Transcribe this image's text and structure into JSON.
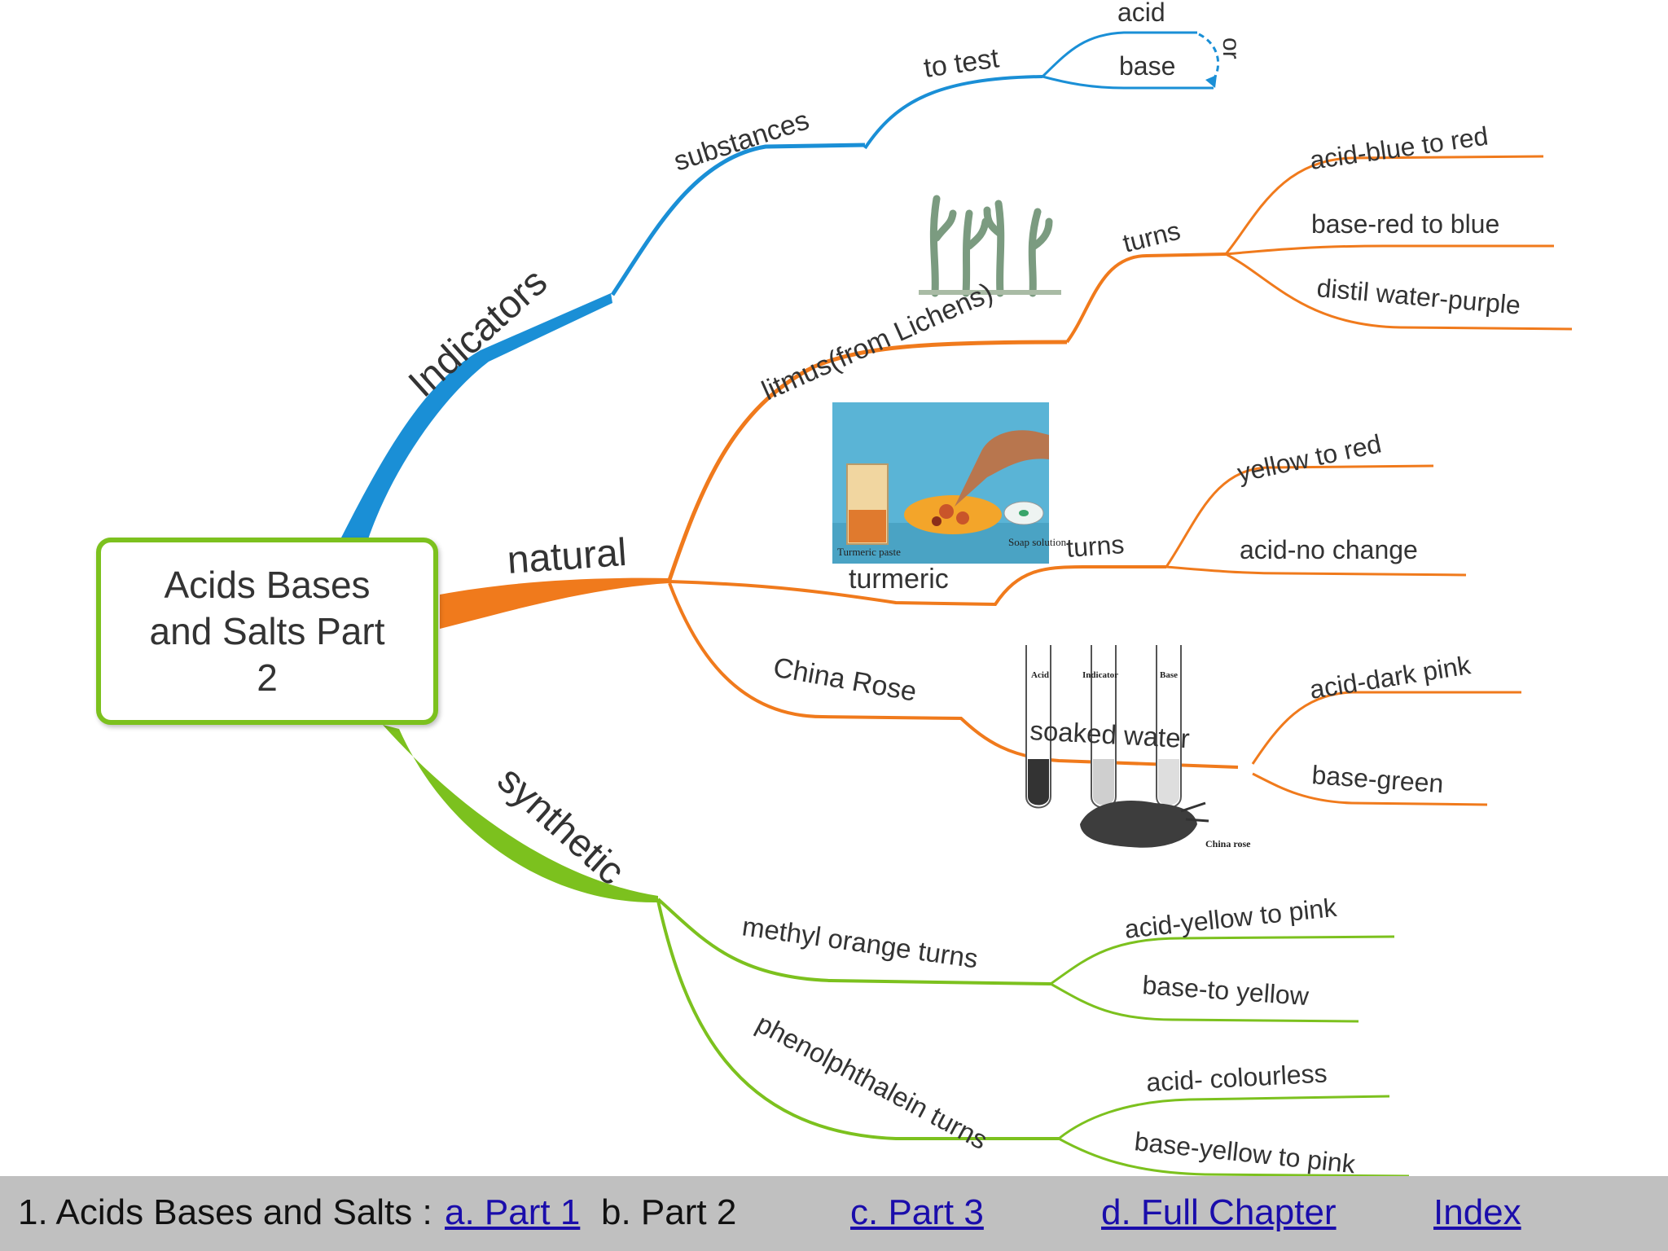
{
  "central_topic": "Acids Bases and Salts Part 2",
  "branches": {
    "indicators": {
      "label": "Indicators",
      "substances": "substances",
      "to_test": "to test",
      "acid": "acid",
      "base": "base",
      "or": "or"
    },
    "natural": {
      "label": "natural",
      "litmus": "litmus(from Lichens)",
      "litmus_turns": "turns",
      "litmus_results": [
        "acid-blue to red",
        "base-red to blue",
        "distil water-purple"
      ],
      "turmeric": "turmeric",
      "turmeric_turns": "turns",
      "turmeric_results": [
        "yellow to red",
        "acid-no change"
      ],
      "china_rose": "China Rose",
      "soaked_water": "soaked water",
      "china_rose_results": [
        "acid-dark pink",
        "base-green"
      ]
    },
    "synthetic": {
      "label": "synthetic",
      "methyl_orange": "methyl orange turns",
      "methyl_orange_results": [
        "acid-yellow to pink",
        "base-to yellow"
      ],
      "phenolphthalein": "phenolphthalein turns",
      "phenolphthalein_results": [
        "acid- colourless",
        "base-yellow to pink"
      ]
    }
  },
  "images": {
    "turmeric_photo": {
      "caption_left": "Turmeric paste",
      "caption_right": "Soap solution"
    },
    "china_rose_tubes": {
      "tube_labels": [
        "Acid",
        "Indicator",
        "Base"
      ],
      "caption": "China rose"
    }
  },
  "colors": {
    "indicators": "#1a8fd6",
    "natural": "#f07a1c",
    "synthetic": "#7cc11e"
  },
  "footer": {
    "prefix": "1. Acids Bases and Salts :",
    "part1": "a. Part 1",
    "part2": "b. Part 2",
    "part3": "c. Part 3",
    "full_chapter": "d. Full Chapter",
    "index": "Index"
  }
}
